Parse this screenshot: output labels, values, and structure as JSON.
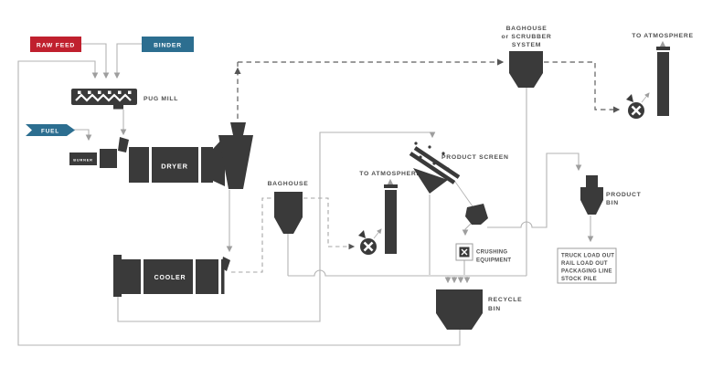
{
  "diagram": {
    "type": "process-flow",
    "colors": {
      "equipment": "#3a3a3a",
      "raw_feed_tag": "#c0202e",
      "binder_tag": "#2c6e90",
      "fuel_tag": "#2c6e90",
      "connector_line": "#b3b3b3",
      "duct_dashed": "#5f5f5f",
      "label_text": "#4f4f4f"
    },
    "tags": {
      "raw_feed": "RAW FEED",
      "binder": "BINDER",
      "fuel": "FUEL"
    },
    "equipment": {
      "pug_mill": "PUG MILL",
      "burner": "BURNER",
      "dryer": "DRYER",
      "cooler": "COOLER",
      "baghouse": "BAGHOUSE",
      "product_screen": "PRODUCT SCREEN",
      "crushing_line1": "CRUSHING",
      "crushing_line2": "EQUIPMENT",
      "recycle_line1": "RECYCLE",
      "recycle_line2": "BIN",
      "scrubber_line1": "BAGHOUSE",
      "scrubber_line2": "or SCRUBBER",
      "scrubber_line3": "SYSTEM",
      "product_bin_line1": "PRODUCT",
      "product_bin_line2": "BIN"
    },
    "annotations": {
      "to_atmosphere_mid": "TO ATMOSPHERE",
      "to_atmosphere_top": "TO ATMOSPHERE",
      "load_out_line1": "TRUCK LOAD OUT",
      "load_out_line2": "RAIL LOAD OUT",
      "load_out_line3": "PACKAGING LINE",
      "load_out_line4": "STOCK PILE"
    }
  }
}
